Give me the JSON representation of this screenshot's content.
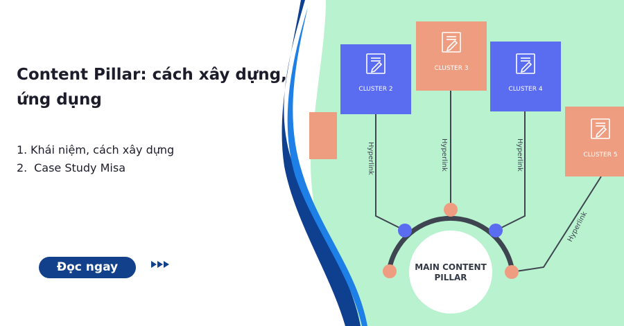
{
  "headline": {
    "line1": "Content Pillar: cách xây dựng,",
    "line2": "ứng dụng"
  },
  "outline": [
    {
      "num": "1.",
      "text": "Khái niệm, cách xây dựng"
    },
    {
      "num": "2.",
      "text": " Case Study Misa"
    }
  ],
  "cta": {
    "label": "Đọc ngay"
  },
  "diagram": {
    "center": {
      "line1": "MAIN CONTENT",
      "line2": "PILLAR"
    },
    "clusters": [
      "CLUSTER 2",
      "CLUSTER 3",
      "CLUSTER 4",
      "CLUSTER 5"
    ],
    "link_label": "Hyperlink"
  },
  "colors": {
    "background_green": "#b8f2cf",
    "cluster_blue": "#5a6cf0",
    "cluster_salmon": "#ee9d80",
    "ribbon_dark": "#0f3f8f",
    "ribbon_bright": "#1e7fe6",
    "arc": "#3e4450",
    "cta_bg": "#12408a"
  },
  "icons": [
    "document-edit-icon",
    "play-arrows-icon"
  ]
}
